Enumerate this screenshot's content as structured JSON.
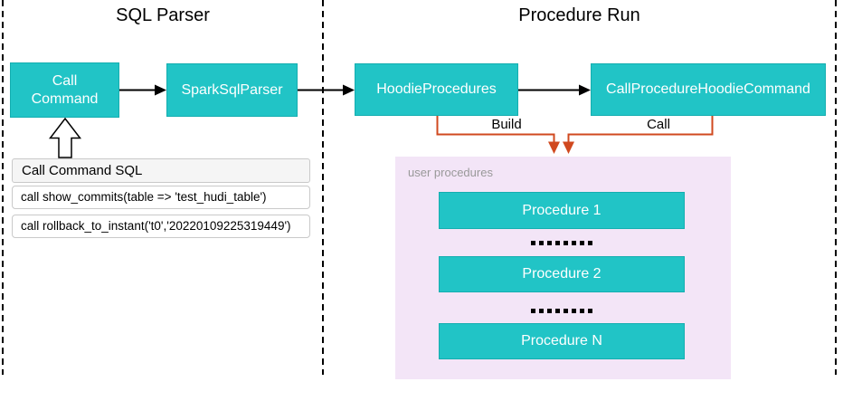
{
  "titles": {
    "left": "SQL Parser",
    "right": "Procedure Run"
  },
  "nodes": {
    "call_command": "Call Command",
    "spark_sql_parser": "SparkSqlParser",
    "hoodie_procedures": "HoodieProcedures",
    "call_procedure_hoodie_command": "CallProcedureHoodieCommand"
  },
  "connectors": {
    "build": "Build",
    "call": "Call"
  },
  "sql_panel": {
    "header": "Call Command SQL",
    "rows": [
      "call show_commits(table => 'test_hudi_table')",
      "call rollback_to_instant('t0','20220109225319449')"
    ]
  },
  "user_procedures": {
    "label": "user procedures",
    "items": [
      "Procedure 1",
      "Procedure 2",
      "Procedure N"
    ]
  },
  "colors": {
    "node_fill": "#21C4C6",
    "node_border": "#14AEB0",
    "connector_black": "#000000",
    "connector_orange": "#D0491F",
    "panel_purple": "#F3E5F7",
    "label_gray": "#999999",
    "sql_header_bg": "#F5F5F5",
    "sql_border": "#C9C9C9"
  }
}
